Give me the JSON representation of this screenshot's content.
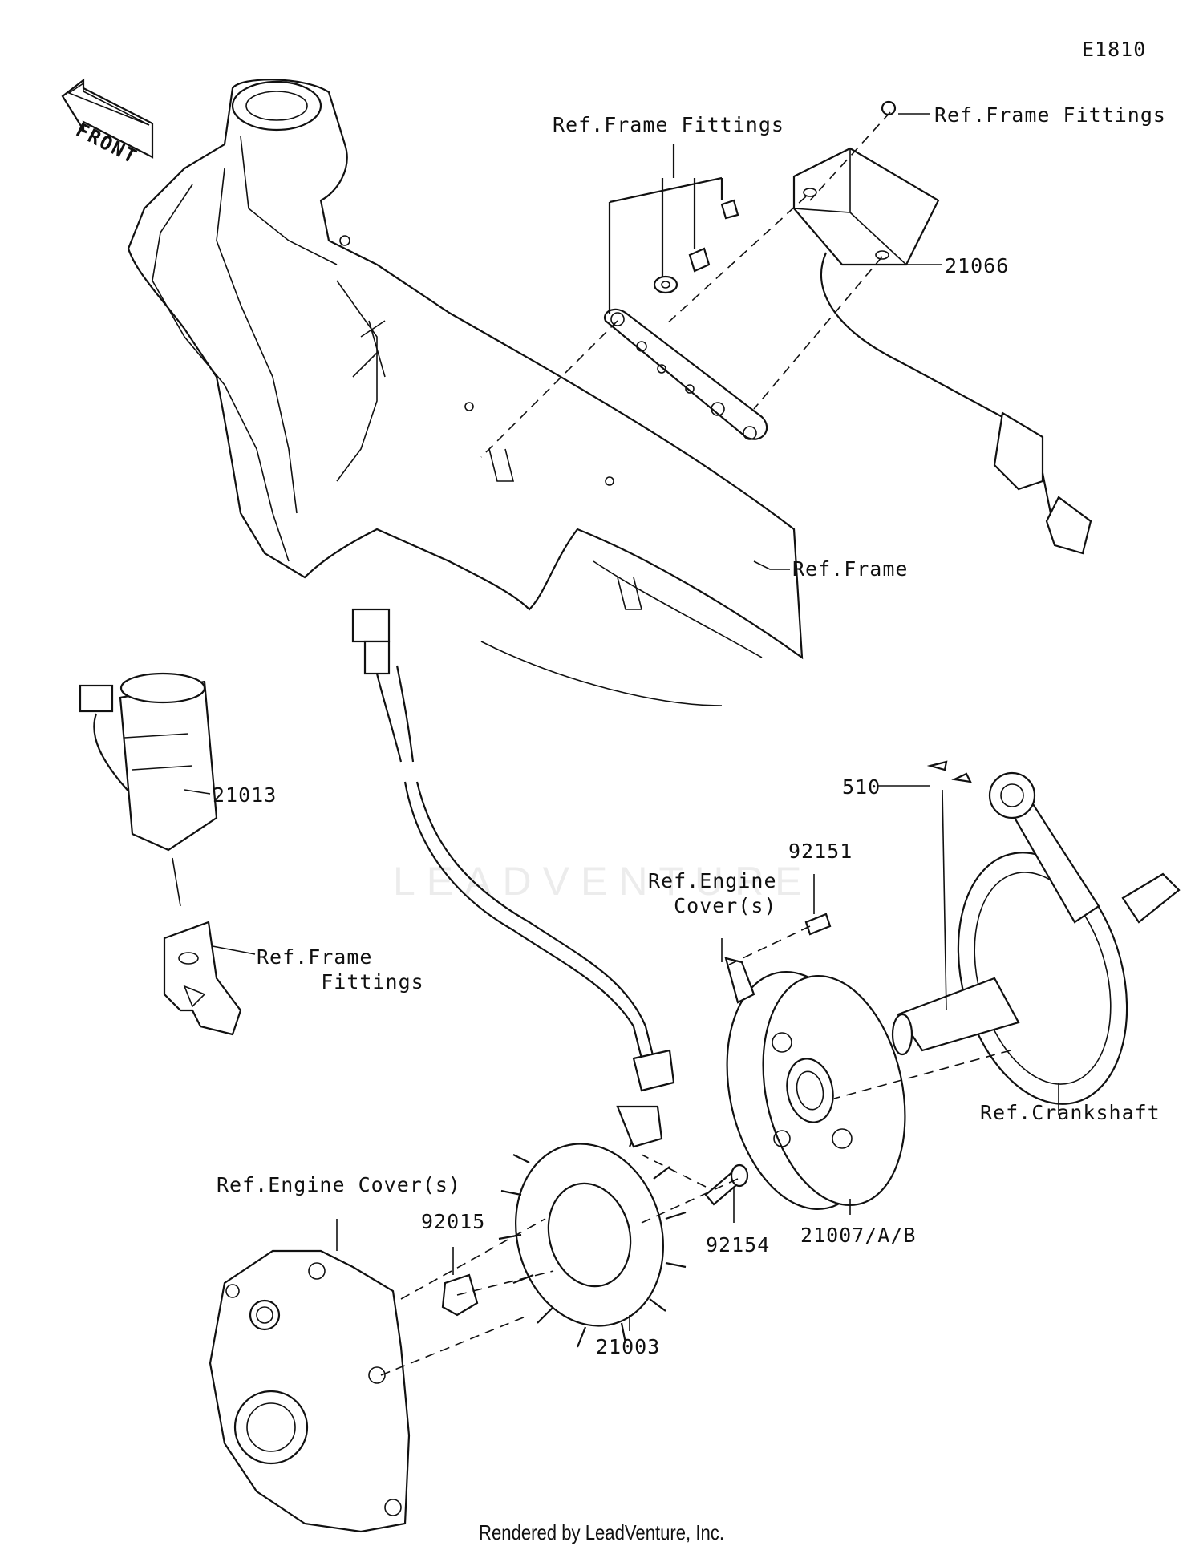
{
  "diagram_code": "E1810",
  "front_label": "FRONT",
  "watermark": "LEADVENTURE",
  "footer": "Rendered by LeadVenture, Inc.",
  "labels": {
    "ref_frame_fittings_top": "Ref.Frame Fittings",
    "ref_frame_fittings_right": "Ref.Frame Fittings",
    "part_21066": "21066",
    "ref_frame": "Ref.Frame",
    "part_21013": "21013",
    "ref_frame_fittings_left": "Ref.Frame\n     Fittings",
    "part_510": "510",
    "part_92151": "92151",
    "ref_engine_cover_mid": "Ref.Engine\n  Cover(s)",
    "ref_crankshaft": "Ref.Crankshaft",
    "ref_engine_cover_left": "Ref.Engine Cover(s)",
    "part_92015": "92015",
    "part_92154": "92154",
    "part_21007": "21007/A/B",
    "part_21003": "21003"
  }
}
